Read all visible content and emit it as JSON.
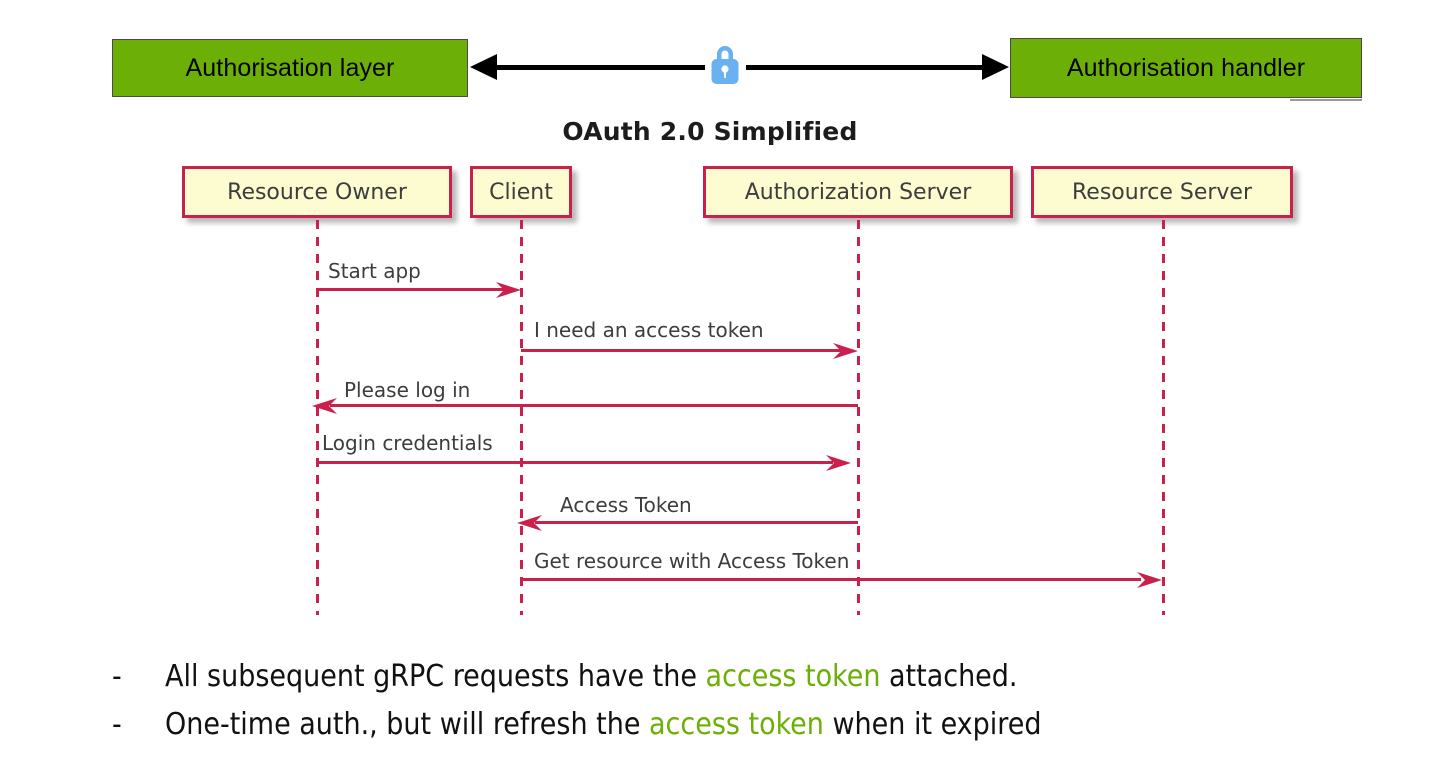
{
  "header": {
    "left_box_label": "Authorisation layer",
    "right_box_label": "Authorisation handler",
    "connector_icon": "lock-icon",
    "left_arrow_icon": "arrow-left-icon",
    "right_arrow_icon": "arrow-right-icon",
    "colors": {
      "box_fill": "#6cb007",
      "box_border": "#4a4a4a",
      "connector": "#000000",
      "lock": "#69b1f0"
    }
  },
  "diagram": {
    "title": "OAuth 2.0 Simplified",
    "colors": {
      "participant_fill": "#fdfbd0",
      "participant_border": "#c9214b",
      "message": "#c9214b",
      "label_text": "#3d3d3d"
    },
    "participants": [
      {
        "label": "Resource Owner"
      },
      {
        "label": "Client"
      },
      {
        "label": "Authorization Server"
      },
      {
        "label": "Resource Server"
      }
    ],
    "messages": [
      {
        "label": "Start app",
        "from": "Resource Owner",
        "to": "Client",
        "direction": "right"
      },
      {
        "label": "I need an access token",
        "from": "Client",
        "to": "Authorization Server",
        "direction": "right"
      },
      {
        "label": "Please log in",
        "from": "Authorization Server",
        "to": "Resource Owner",
        "direction": "left"
      },
      {
        "label": "Login credentials",
        "from": "Resource Owner",
        "to": "Authorization Server",
        "direction": "right"
      },
      {
        "label": "Access Token",
        "from": "Authorization Server",
        "to": "Client",
        "direction": "left"
      },
      {
        "label": "Get resource with Access Token",
        "from": "Client",
        "to": "Resource Server",
        "direction": "right"
      }
    ]
  },
  "notes": {
    "marker": "-",
    "highlight_color": "#6cb007",
    "items": [
      {
        "pre": "All subsequent gRPC requests have the ",
        "highlight": "access token",
        "post": " attached."
      },
      {
        "pre": "One-time auth., but will refresh the ",
        "highlight": "access token",
        "post": " when it expired"
      }
    ]
  }
}
